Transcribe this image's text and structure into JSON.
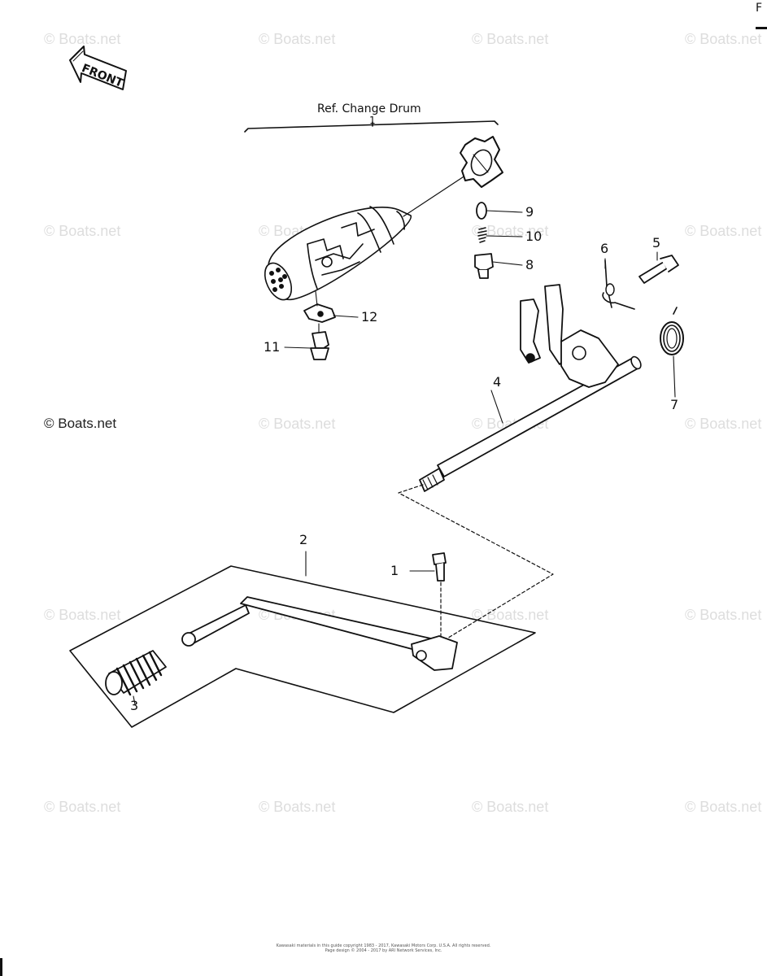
{
  "front_arrow_label": "FRONT",
  "reference_title": "Ref. Change Drum",
  "corner_fragment": "F",
  "watermark_text": "© Boats.net",
  "watermark_visible": "© Boats.net",
  "callouts": {
    "c1": "1",
    "c1_ref": "1",
    "c2": "2",
    "c3": "3",
    "c4": "4",
    "c5": "5",
    "c6": "6",
    "c7": "7",
    "c8": "8",
    "c9": "9",
    "c10": "10",
    "c11": "11",
    "c12": "12"
  },
  "footer": {
    "line1": "Kawasaki materials in this guide copyright 1983 - 2017, Kawasaki Motors Corp. U.S.A. All rights reserved.",
    "line2": "Page design © 2004 - 2017 by ARI Network Services, Inc."
  }
}
